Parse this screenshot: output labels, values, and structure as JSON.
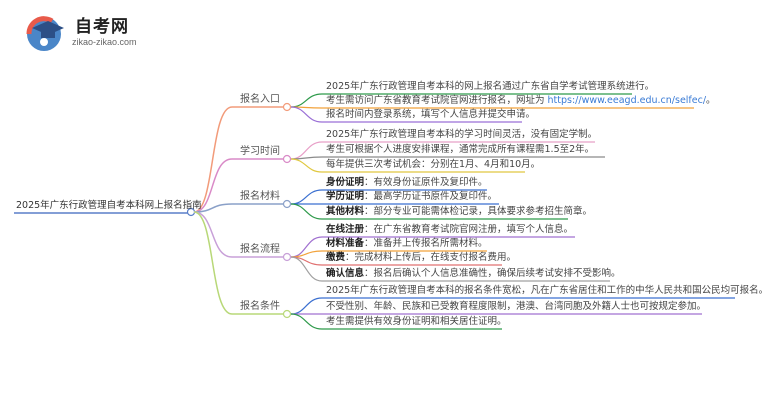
{
  "logo": {
    "title": "自考网",
    "subtitle": "zikao-zikao.com"
  },
  "root": "2025年广东行政管理自考本科网上报名指南",
  "branches": [
    {
      "label": "报名入口",
      "color": "#f29b7a",
      "items": [
        {
          "text": "2025年广东行政管理自考本科的网上报名通过广东省自学考试管理系统进行。",
          "color": "#2e9a4b"
        },
        {
          "text": "考生需访问广东省教育考试院官网进行报名，网址为 ",
          "link": "https://www.eeagd.edu.cn/selfec/",
          "tail": "。",
          "color": "#f2a23a"
        },
        {
          "text": "报名时间内登录系统，填写个人信息并提交申请。",
          "color": "#9a6fd6"
        }
      ]
    },
    {
      "label": "学习时间",
      "color": "#d98ac7",
      "items": [
        {
          "text": "2025年广东行政管理自考本科的学习时间灵活，没有固定学制。",
          "color": "#e8a0c8"
        },
        {
          "text": "考生可根据个人进度安排课程，通常完成所有课程需1.5至2年。",
          "color": "#8a8a8a"
        },
        {
          "text": "每年提供三次考试机会：分别在1月、4月和10月。",
          "color": "#e0c840"
        }
      ]
    },
    {
      "label": "报名材料",
      "color": "#8aa0c8",
      "items": [
        {
          "bold": "身份证明",
          "text": "：有效身份证原件及复印件。",
          "color": "#3a6fd0"
        },
        {
          "bold": "学历证明",
          "text": "：最高学历证书原件及复印件。",
          "color": "#3a6fd0"
        },
        {
          "bold": "其他材料",
          "text": "：部分专业可能需体检记录，具体要求参考招生简章。",
          "color": "#2e9a4b"
        }
      ]
    },
    {
      "label": "报名流程",
      "color": "#c8a0d8",
      "items": [
        {
          "bold": "在线注册",
          "text": "：在广东省教育考试院官网注册，填写个人信息。",
          "color": "#a070d0"
        },
        {
          "bold": "材料准备",
          "text": "：准备并上传报名所需材料。",
          "color": "#f2a23a"
        },
        {
          "bold": "缴费",
          "text": "：完成材料上传后，在线支付报名费用。",
          "color": "#e07070"
        },
        {
          "bold": "确认信息",
          "text": "：报名后确认个人信息准确性，确保后续考试安排不受影响。",
          "color": "#a0a0a0"
        }
      ]
    },
    {
      "label": "报名条件",
      "color": "#b8d878",
      "items": [
        {
          "text": "2025年广东行政管理自考本科的报名条件宽松，凡在广东省居住和工作的中华人民共和国公民均可报名。",
          "color": "#3a6fd0"
        },
        {
          "text": "不受性别、年龄、民族和已受教育程度限制，港澳、台湾同胞及外籍人士也可按规定参加。",
          "color": "#a070d0"
        },
        {
          "text": "考生需提供有效身份证明和相关居住证明。",
          "color": "#2e9a4b"
        }
      ]
    }
  ]
}
